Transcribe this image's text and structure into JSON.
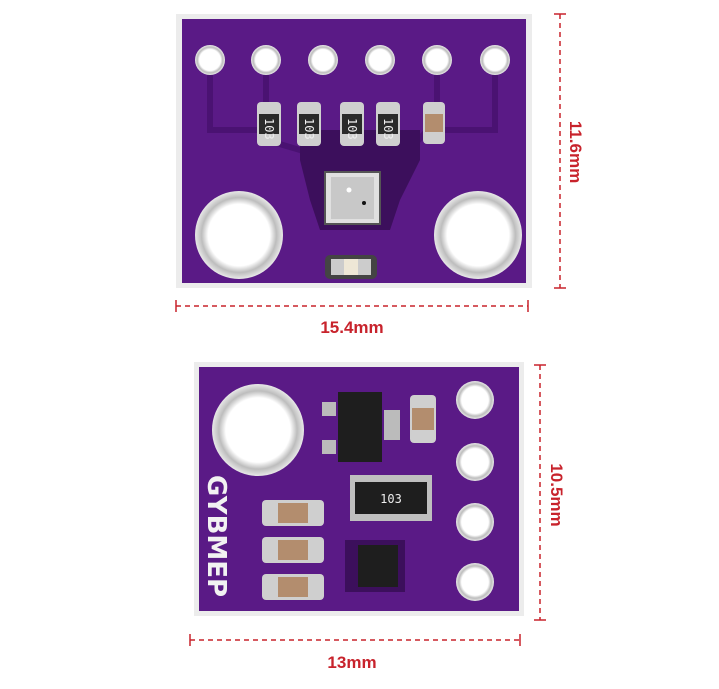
{
  "top_board": {
    "resistor_labels": [
      "103",
      "103",
      "103",
      "103"
    ],
    "width_label": "15.4mm",
    "height_label": "11.6mm"
  },
  "bottom_board": {
    "silkscreen": "GYBMEP",
    "chip_label": "103",
    "width_label": "13mm",
    "height_label": "10.5mm"
  },
  "colors": {
    "pcb": "#5a1a86",
    "pcb_dark": "#3c0f5c",
    "dimension": "#c8232c",
    "pad": "#d8d8d8"
  }
}
